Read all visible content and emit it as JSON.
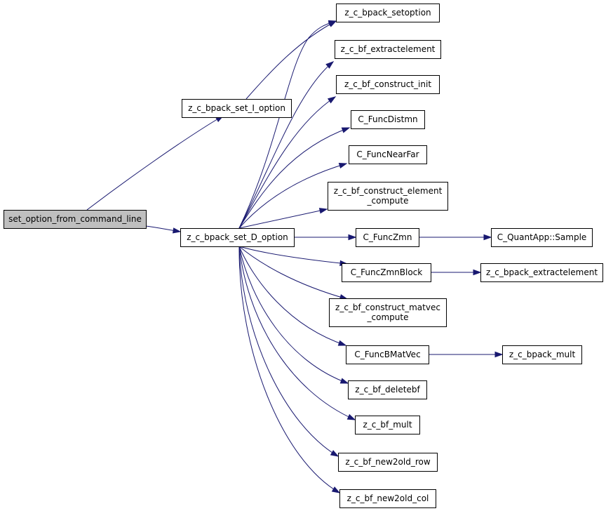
{
  "colors": {
    "edge": "#191970",
    "node_border": "#000000",
    "node_fill": "#ffffff",
    "root_fill": "#bfbfbf"
  },
  "nodes": {
    "set_option_from_command_line": {
      "label": [
        "set_option_from_command_line"
      ]
    },
    "z_c_bpack_set_I_option": {
      "label": [
        "z_c_bpack_set_I_option"
      ]
    },
    "z_c_bpack_set_D_option": {
      "label": [
        "z_c_bpack_set_D_option"
      ]
    },
    "z_c_bpack_setoption": {
      "label": [
        "z_c_bpack_setoption"
      ]
    },
    "z_c_bf_extractelement": {
      "label": [
        "z_c_bf_extractelement"
      ]
    },
    "z_c_bf_construct_init": {
      "label": [
        "z_c_bf_construct_init"
      ]
    },
    "C_FuncDistmn": {
      "label": [
        "C_FuncDistmn"
      ]
    },
    "C_FuncNearFar": {
      "label": [
        "C_FuncNearFar"
      ]
    },
    "z_c_bf_construct_element_compute": {
      "label": [
        "z_c_bf_construct_element",
        "_compute"
      ]
    },
    "C_FuncZmn": {
      "label": [
        "C_FuncZmn"
      ]
    },
    "C_QuantApp_Sample": {
      "label": [
        "C_QuantApp::Sample"
      ]
    },
    "C_FuncZmnBlock": {
      "label": [
        "C_FuncZmnBlock"
      ]
    },
    "z_c_bpack_extractelement": {
      "label": [
        "z_c_bpack_extractelement"
      ]
    },
    "z_c_bf_construct_matvec_compute": {
      "label": [
        "z_c_bf_construct_matvec",
        "_compute"
      ]
    },
    "C_FuncBMatVec": {
      "label": [
        "C_FuncBMatVec"
      ]
    },
    "z_c_bpack_mult": {
      "label": [
        "z_c_bpack_mult"
      ]
    },
    "z_c_bf_deletebf": {
      "label": [
        "z_c_bf_deletebf"
      ]
    },
    "z_c_bf_mult": {
      "label": [
        "z_c_bf_mult"
      ]
    },
    "z_c_bf_new2old_row": {
      "label": [
        "z_c_bf_new2old_row"
      ]
    },
    "z_c_bf_new2old_col": {
      "label": [
        "z_c_bf_new2old_col"
      ]
    }
  },
  "edges": [
    [
      "set_option_from_command_line",
      "z_c_bpack_set_I_option"
    ],
    [
      "set_option_from_command_line",
      "z_c_bpack_set_D_option"
    ],
    [
      "z_c_bpack_set_I_option",
      "z_c_bpack_setoption"
    ],
    [
      "z_c_bpack_set_D_option",
      "z_c_bpack_setoption"
    ],
    [
      "z_c_bpack_set_D_option",
      "z_c_bf_extractelement"
    ],
    [
      "z_c_bpack_set_D_option",
      "z_c_bf_construct_init"
    ],
    [
      "z_c_bpack_set_D_option",
      "C_FuncDistmn"
    ],
    [
      "z_c_bpack_set_D_option",
      "C_FuncNearFar"
    ],
    [
      "z_c_bpack_set_D_option",
      "z_c_bf_construct_element_compute"
    ],
    [
      "z_c_bpack_set_D_option",
      "C_FuncZmn"
    ],
    [
      "z_c_bpack_set_D_option",
      "C_FuncZmnBlock"
    ],
    [
      "z_c_bpack_set_D_option",
      "z_c_bf_construct_matvec_compute"
    ],
    [
      "z_c_bpack_set_D_option",
      "C_FuncBMatVec"
    ],
    [
      "z_c_bpack_set_D_option",
      "z_c_bf_deletebf"
    ],
    [
      "z_c_bpack_set_D_option",
      "z_c_bf_mult"
    ],
    [
      "z_c_bpack_set_D_option",
      "z_c_bf_new2old_row"
    ],
    [
      "z_c_bpack_set_D_option",
      "z_c_bf_new2old_col"
    ],
    [
      "C_FuncZmn",
      "C_QuantApp_Sample"
    ],
    [
      "C_FuncZmnBlock",
      "z_c_bpack_extractelement"
    ],
    [
      "C_FuncBMatVec",
      "z_c_bpack_mult"
    ]
  ]
}
